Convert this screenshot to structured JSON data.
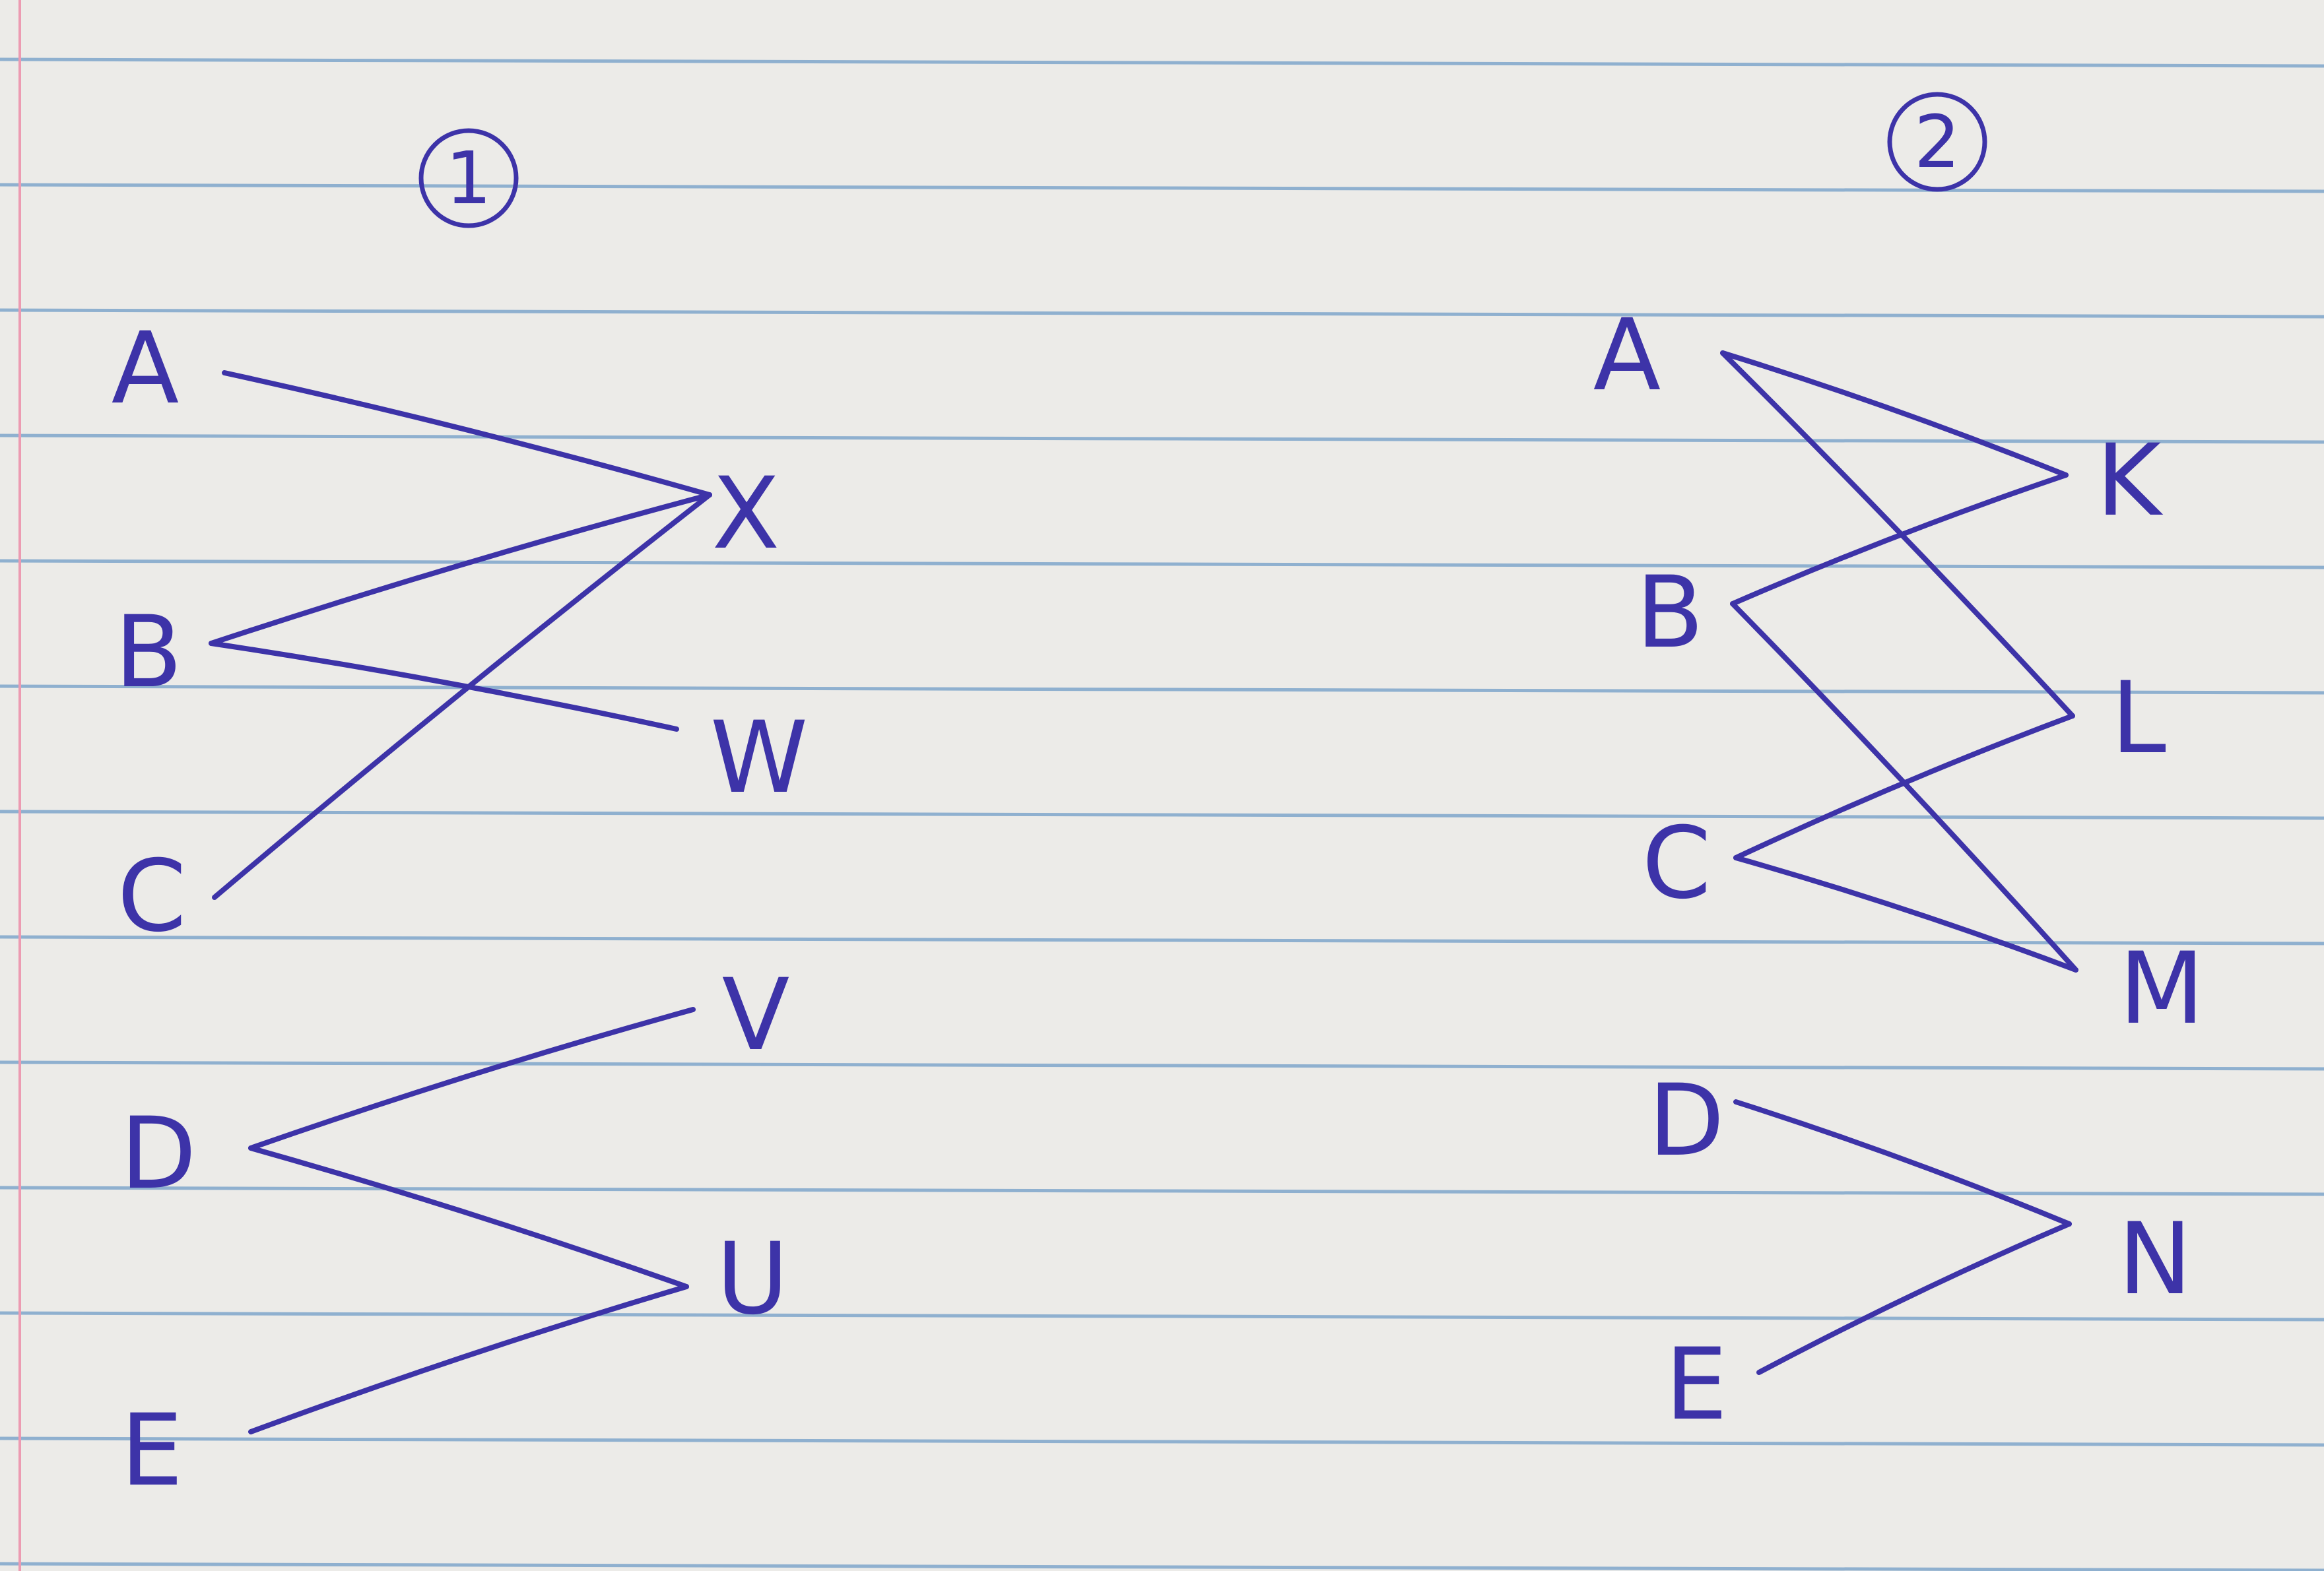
{
  "paper": {
    "background": "#ecebe8",
    "rule_color": "#8fb0cf",
    "margin_color": "#ec9bb2",
    "ink_color": "#3d33a8"
  },
  "diagrams": [
    {
      "number": "1",
      "left_nodes": [
        "A",
        "B",
        "C",
        "D",
        "E"
      ],
      "right_nodes": [
        "X",
        "W",
        "V",
        "U"
      ],
      "edges": [
        [
          "A",
          "X"
        ],
        [
          "B",
          "X"
        ],
        [
          "B",
          "W"
        ],
        [
          "C",
          "X"
        ],
        [
          "D",
          "V"
        ],
        [
          "D",
          "U"
        ],
        [
          "E",
          "U"
        ]
      ]
    },
    {
      "number": "2",
      "left_nodes": [
        "A",
        "B",
        "C",
        "D",
        "E"
      ],
      "right_nodes": [
        "K",
        "L",
        "M",
        "N"
      ],
      "edges": [
        [
          "A",
          "K"
        ],
        [
          "A",
          "L"
        ],
        [
          "B",
          "K"
        ],
        [
          "B",
          "M"
        ],
        [
          "C",
          "L"
        ],
        [
          "C",
          "M"
        ],
        [
          "D",
          "N"
        ],
        [
          "E",
          "N"
        ]
      ]
    }
  ]
}
